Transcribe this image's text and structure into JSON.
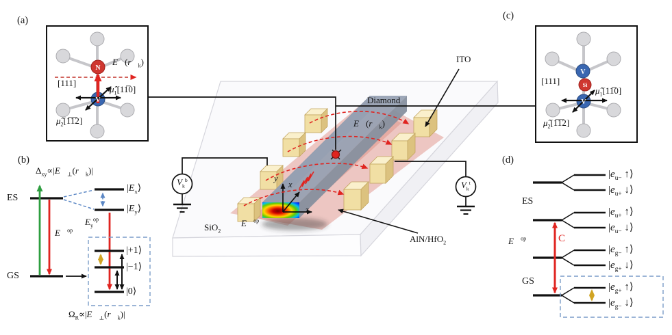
{
  "figure": {
    "type": "physics-device-schematic",
    "colors": {
      "red": "#e02420",
      "green": "#2e9e40",
      "gold": "#d1a423",
      "blue_dashed": "#5b87c5",
      "waveguide_gray": "#98a2b4",
      "electrode_yellow": "#f1dfa4",
      "pink_oxide": "#de928a"
    }
  },
  "panel_a": {
    "tag": "(a)",
    "nitrogen": "N",
    "vacancy": "V",
    "axis": "[111]",
    "field": "<i>E⃗</i>(<i>r⃗</i><sub>k</sub>)",
    "mu1": "<i>μ̂</i><sub>1</sub>[11̅0]",
    "mu2": "<i>μ̂</i><sub>2</sub>[1̅1̅2]"
  },
  "panel_b": {
    "tag": "(b)",
    "detuning": "Δ<sub>xy</sub>∝|<i>E⃗</i><sub>⊥</sub>(<i>r⃗</i><sub>k</sub>)|",
    "es": "ES",
    "gs": "GS",
    "e_op": "<i>E⃗</i><sup>op</sup>",
    "e_y_op": "<i>E</i><sub>y</sub><sup>op</sup>",
    "ket_ex": "|<i>E</i><sub>x</sub>⟩",
    "ket_ey": "|<i>E</i><sub>y</sub>⟩",
    "ket_plus1": "|+1⟩",
    "ket_minus1": "|−1⟩",
    "ket_zero": "|0⟩",
    "rabi": "Ω<sub>R</sub>∝|<i>E⃗</i><sub>⊥</sub>(<i>r⃗</i><sub>k</sub>)|"
  },
  "device": {
    "ito": "ITO",
    "diamond": "Diamond",
    "substrate": "SiO<sub>2</sub>",
    "oxide": "AlN/HfO<sub>2</sub>",
    "field": "<i>E⃗</i>(<i>r⃗</i><sub>k</sub>)",
    "optical_mode": "<i>E⃗</i><sup>op</sup>",
    "v_bottom": "<i>V</i><sub>k</sub><sup>b</sup>",
    "v_top": "<i>V</i><sub>k</sub><sup>t</sup>",
    "axis_x": "x",
    "axis_y": "y",
    "axis_z": "z"
  },
  "panel_c": {
    "tag": "(c)",
    "silicon": "Si",
    "vacancy_top": "V",
    "vacancy_bottom": "V",
    "axis": "[111]",
    "mu1": "<i>μ̂</i><sub>1</sub>[11̅0]",
    "mu2": "<i>μ̂</i><sub>2</sub>[1̅1̅2]"
  },
  "panel_d": {
    "tag": "(d)",
    "es": "ES",
    "gs": "GS",
    "e_op": "<i>E⃗</i><sup>op</sup>",
    "transition": "C",
    "kets": [
      "|<i>e</i><sub>u−</sub> ↑⟩",
      "|<i>e</i><sub>u+</sub> ↓⟩",
      "|<i>e</i><sub>u+</sub> ↑⟩",
      "|<i>e</i><sub>u−</sub> ↓⟩",
      "|<i>e</i><sub>g−</sub> ↑⟩",
      "|<i>e</i><sub>g+</sub> ↓⟩",
      "|<i>e</i><sub>g+</sub> ↑⟩",
      "|<i>e</i><sub>g−</sub> ↓⟩"
    ]
  }
}
